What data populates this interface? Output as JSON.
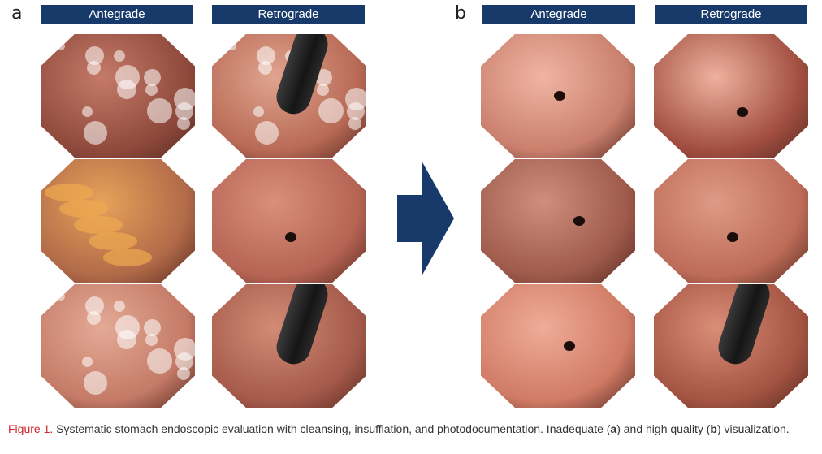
{
  "panels": [
    {
      "letter": "a",
      "headers": [
        "Antegrade",
        "Retrograde"
      ]
    },
    {
      "letter": "b",
      "headers": [
        "Antegrade",
        "Retrograde"
      ]
    }
  ],
  "images": [
    {
      "name": "a-antegrade-1",
      "tone": "#8f4a3c",
      "light": "#c57a68",
      "foam": true
    },
    {
      "name": "a-retrograde-1",
      "tone": "#b86a55",
      "light": "#e0a48f",
      "foam": true,
      "tube": true
    },
    {
      "name": "a-antegrade-2",
      "tone": "#b16a48",
      "light": "#e6a25a",
      "fold": true
    },
    {
      "name": "a-retrograde-2",
      "tone": "#b66453",
      "light": "#d88f7b",
      "lumen": true
    },
    {
      "name": "a-antegrade-3",
      "tone": "#c47a66",
      "light": "#e3aa96",
      "foam": true
    },
    {
      "name": "a-retrograde-3",
      "tone": "#a55a4a",
      "light": "#d38b76",
      "tube": true
    },
    {
      "name": "b-antegrade-1",
      "tone": "#c97f6c",
      "light": "#f0b5a2",
      "lumen": true
    },
    {
      "name": "b-retrograde-1",
      "tone": "#a14e40",
      "light": "#eeb19d",
      "lumen": true
    },
    {
      "name": "b-antegrade-2",
      "tone": "#9e5a4b",
      "light": "#cf8f7c",
      "lumen": true
    },
    {
      "name": "b-retrograde-2",
      "tone": "#bd6c58",
      "light": "#de9a86",
      "lumen": true
    },
    {
      "name": "b-antegrade-3",
      "tone": "#d07b65",
      "light": "#efac98",
      "lumen": true
    },
    {
      "name": "b-retrograde-3",
      "tone": "#a45442",
      "light": "#d98e78",
      "tube": true
    }
  ],
  "caption": {
    "figure_label": "Figure 1.",
    "text_main": " Systematic stomach endoscopic evaluation with cleansing, insufflation, and photodocumentation. Inadequate (",
    "bold_a": "a",
    "text_mid": ") and high quality (",
    "bold_b": "b",
    "text_end": ") visualization."
  },
  "colors": {
    "header_bg": "#173a6b",
    "arrow": "#173a6b",
    "figure_label": "#d2232a"
  }
}
